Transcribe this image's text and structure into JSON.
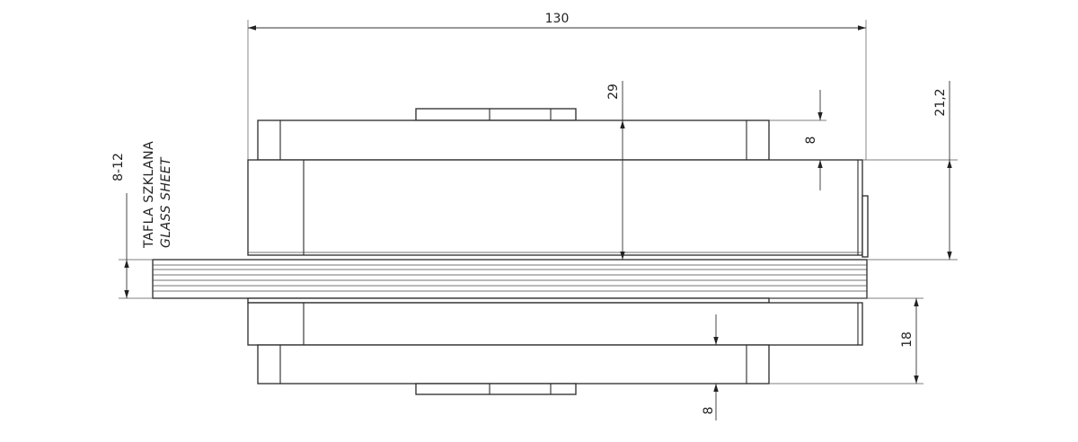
{
  "dimensions": {
    "overall_width": "130",
    "clamp_height": "29",
    "cap_depth_top": "8",
    "upper_offset": "21,2",
    "glass_range": "8-12",
    "lower_body": "18",
    "cap_depth_bottom": "8"
  },
  "labels": {
    "glass_pl": "TAFLA SZKLANA",
    "glass_en": "GLASS SHEET"
  }
}
